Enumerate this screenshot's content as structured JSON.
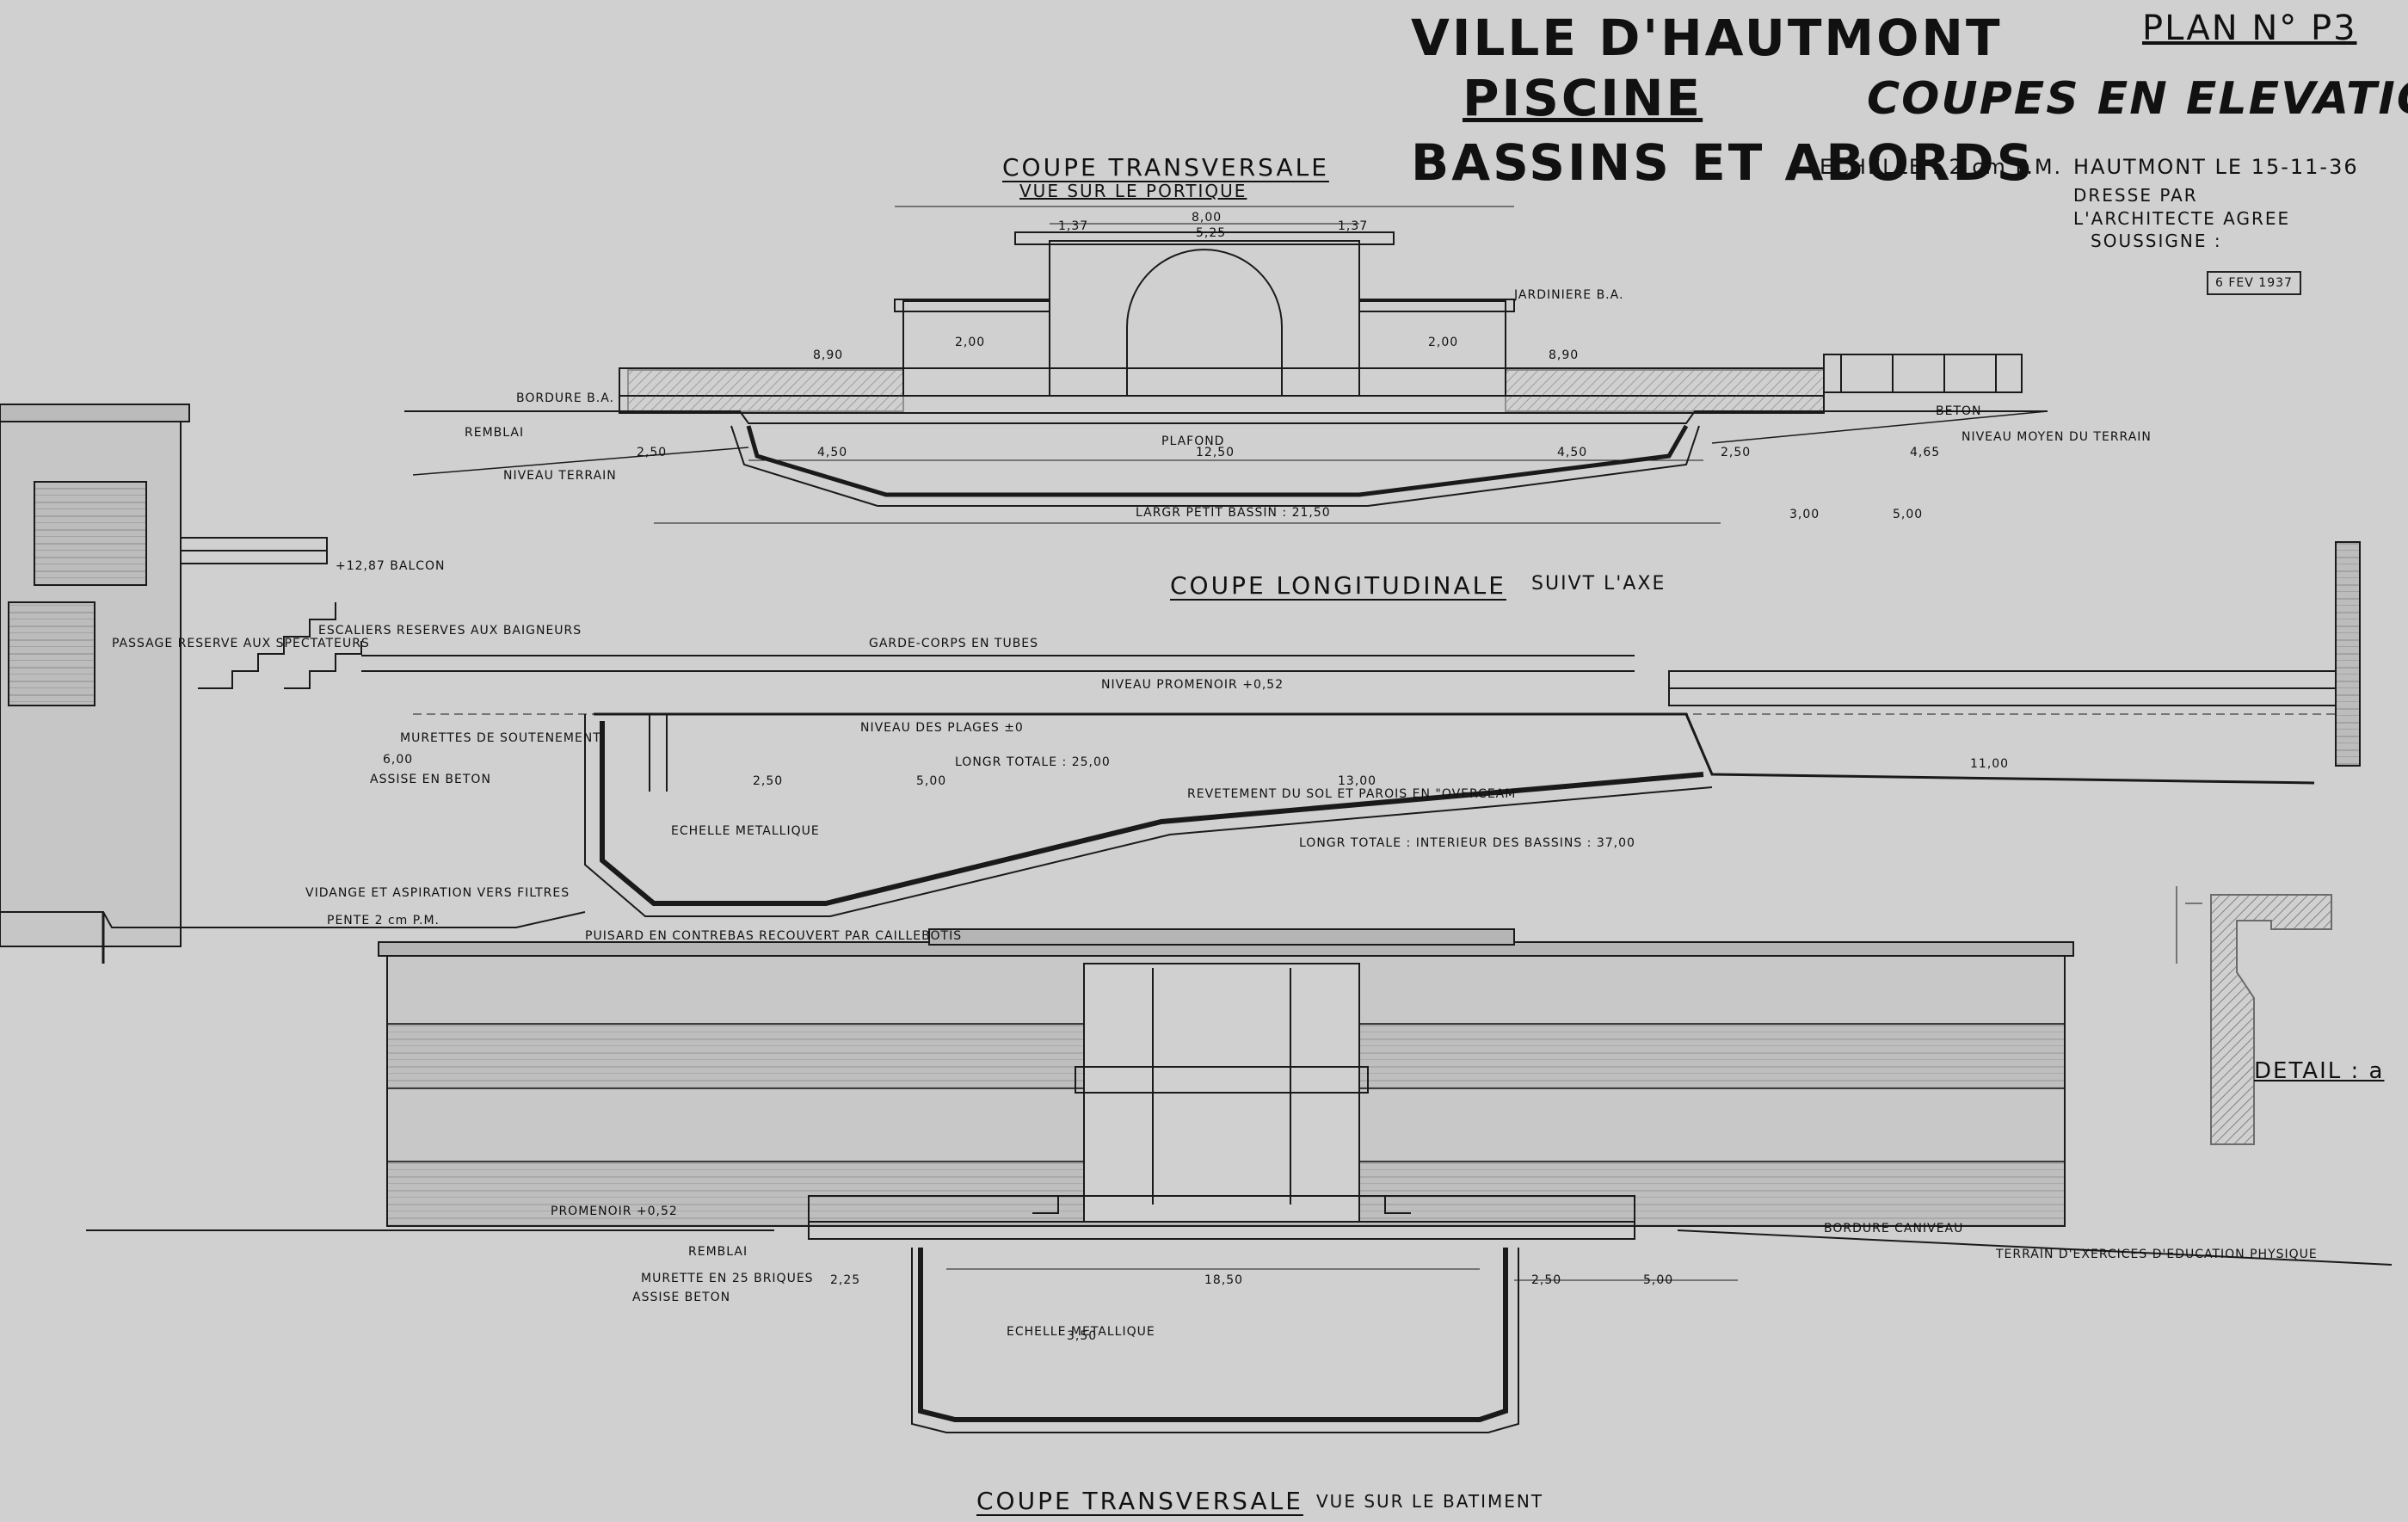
{
  "header": {
    "city": "VILLE D'HAUTMONT",
    "project": "PISCINE",
    "subject": "BASSINS ET ABORDS",
    "sheet_title": "COUPES EN ELEVATION",
    "plan_number": "PLAN N° P3",
    "scale": "ECHELLE : 2 cm P.M.",
    "date": "HAUTMONT LE 15-11-36",
    "signed_line1": "DRESSE PAR",
    "signed_line2": "L'ARCHITECTE AGREE",
    "signed_line3": "SOUSSIGNE :",
    "stamp_text": "6 FEV 1937"
  },
  "sections": {
    "top_title": "COUPE TRANSVERSALE",
    "top_subtitle": "VUE SUR LE PORTIQUE",
    "middle_title": "COUPE LONGITUDINALE",
    "middle_subtitle": "SUIVT L'AXE",
    "bottom_title": "COUPE TRANSVERSALE",
    "bottom_subtitle": "VUE SUR LE BATIMENT",
    "detail": "DETAIL : a"
  },
  "dims_top": {
    "d800": "8,00",
    "d525": "5,25",
    "d137a": "1,37",
    "d137b": "1,37",
    "d890a": "8,90",
    "d890b": "8,90",
    "d200a": "2,00",
    "d200b": "2,00",
    "d1250": "12,50",
    "d450a": "4,50",
    "d450b": "4,50",
    "d250a": "2,50",
    "d250b": "2,50",
    "d465": "4,65",
    "d300": "3,00",
    "d500": "5,00",
    "width_label": "LARGR PETIT BASSIN : 21,50"
  },
  "labels_top": {
    "remblai": "REMBLAI",
    "niveau_terrain": "NIVEAU TERRAIN",
    "plafond": "PLAFOND",
    "bordure": "BORDURE B.A.",
    "jardiniere": "JARDINIERE B.A.",
    "niveau_moyen": "NIVEAU MOYEN DU TERRAIN",
    "beton": "BETON"
  },
  "dims_mid": {
    "long_total": "LONGR TOTALE : 25,00",
    "long_interior": "LONGR TOTALE : INTERIEUR DES BASSINS : 37,00",
    "d500": "5,00",
    "d250": "2,50",
    "d1300": "13,00",
    "d1100": "11,00",
    "d600": "6,00",
    "balcon": "+12,87 BALCON",
    "plages": "NIVEAU DES PLAGES ±0",
    "promenoir": "NIVEAU PROMENOIR +0,52",
    "revetement": "REVETEMENT DU SOL ET PAROIS EN \"OVERCEAM\""
  },
  "labels_mid": {
    "escaliers": "ESCALIERS RESERVES AUX BAIGNEURS",
    "passage": "PASSAGE RESERVE AUX SPECTATEURS",
    "garde_corps": "GARDE-CORPS EN TUBES",
    "murettes": "MURETTES DE SOUTENEMENT",
    "assise": "ASSISE EN BETON",
    "echelle": "ECHELLE METALLIQUE",
    "puisard": "PUISARD EN CONTREBAS RECOUVERT PAR CAILLEBOTIS",
    "pente": "PENTE 2 cm P.M.",
    "vidange": "VIDANGE ET ASPIRATION VERS FILTRES"
  },
  "labels_bottom": {
    "promenoir": "PROMENOIR +0,52",
    "remblai": "REMBLAI",
    "murette": "MURETTE EN 25 BRIQUES",
    "assise": "ASSISE BETON",
    "echelle": "ECHELLE METALLIQUE",
    "d1850": "18,50",
    "d250": "2,50",
    "d500": "5,00",
    "d225": "2,25",
    "d350": "3,50",
    "terrain": "TERRAIN D'EXERCICES D'EDUCATION PHYSIQUE",
    "bordure": "BORDURE CANIVEAU"
  },
  "colors": {
    "paper": "#d0d0d0",
    "ink": "#1a1a1a",
    "hatch": "#3a3a3a"
  }
}
